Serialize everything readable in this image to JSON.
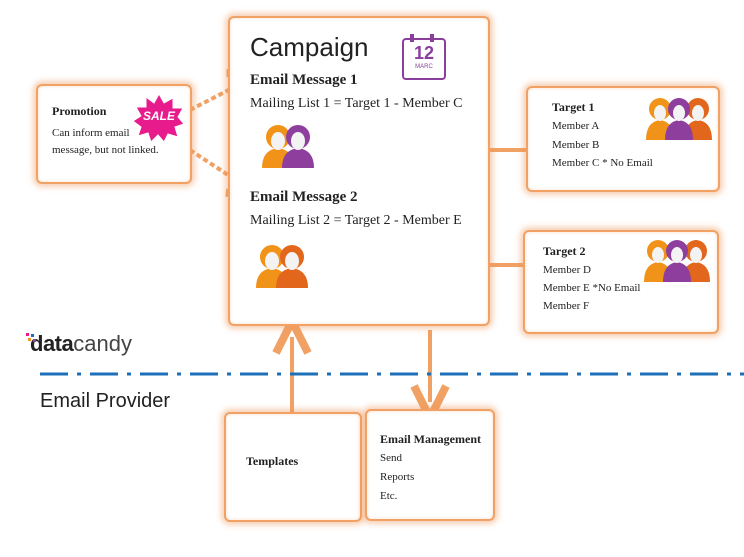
{
  "campaign": {
    "title": "Campaign",
    "calendar_day": "12",
    "calendar_month": "MARC",
    "email_message_1": {
      "heading": "Email Message 1",
      "mailing_list": "Mailing List 1 = Target 1 - Member C"
    },
    "email_message_2": {
      "heading": "Email Message 2",
      "mailing_list": "Mailing List 2 = Target 2 - Member E"
    }
  },
  "promotion": {
    "title": "Promotion",
    "line1": "Can inform email",
    "line2": "message, but not linked.",
    "sale_badge": "SALE"
  },
  "target1": {
    "title": "Target 1",
    "members": [
      "Member A",
      "Member B",
      "Member C * No Email"
    ]
  },
  "target2": {
    "title": "Target 2",
    "members": [
      "Member D",
      "Member E *No Email",
      "Member  F"
    ]
  },
  "brand": {
    "part1": "data",
    "part2": "candy"
  },
  "provider_label": "Email Provider",
  "templates_label": "Templates",
  "email_management": {
    "title": "Email Management",
    "items": [
      "Send",
      "Reports",
      "Etc."
    ]
  },
  "colors": {
    "accent_orange": "#f0a163",
    "divider_blue": "#1c6fb8",
    "calendar_purple": "#8b3f9c",
    "sale_pink": "#e81b8c"
  }
}
